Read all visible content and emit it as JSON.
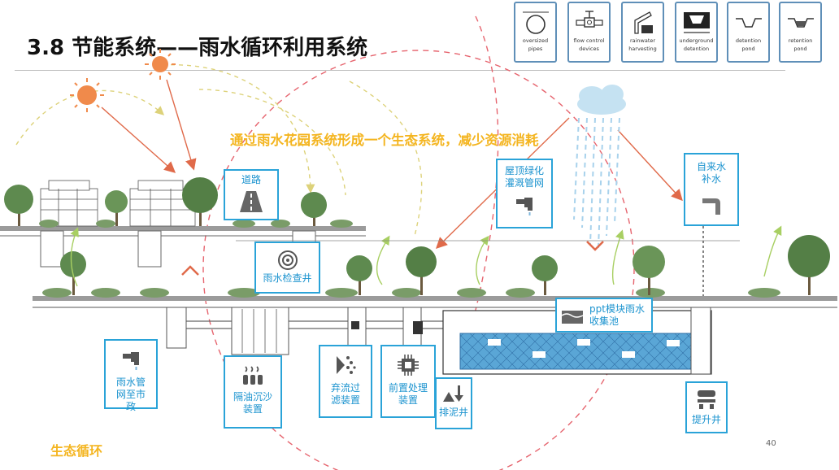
{
  "header": {
    "title": "3.8 节能系统——雨水循环利用系统",
    "page_number": "40"
  },
  "legend_icons": [
    {
      "icon": "oversized-pipes-icon",
      "line1": "oversized",
      "line2": "pipes"
    },
    {
      "icon": "flow-control-devices-icon",
      "line1": "flow control",
      "line2": "devices"
    },
    {
      "icon": "rainwater-harvesting-icon",
      "line1": "rainwater",
      "line2": "harvesting"
    },
    {
      "icon": "underground-detention-icon",
      "line1": "underground",
      "line2": "detention"
    },
    {
      "icon": "detention-pond-icon",
      "line1": "detention",
      "line2": "pond"
    },
    {
      "icon": "retention-pond-icon",
      "line1": "retention",
      "line2": "pond"
    }
  ],
  "diagram": {
    "headline": "通过雨水花园系统形成一个生态系统，减少资源消耗",
    "footer_label": "生态循环",
    "labels": {
      "road": "道路",
      "roof_green_irrigation": "屋顶绿化灌溉管网",
      "tap_water_supply": "自来水补水",
      "rain_inspection_well": "雨水检查井",
      "ppt_module_tank": "ppt模块雨水收集池",
      "rain_pipe_to_municipal": "雨水管网至市政",
      "oil_sand_separator": "隔油沉沙装置",
      "first_flush_filter": "弃流过滤装置",
      "pretreatment": "前置处理装置",
      "sludge_well": "排泥井",
      "lift_well": "提升井"
    }
  },
  "colors": {
    "accent_orange": "#f4b520",
    "box_blue": "#2aa3d8",
    "icon_border": "#5f8fb8",
    "sun": "#f08a4b",
    "arrow_red": "#e06a4a",
    "dashed_red": "#e6646e",
    "dashed_yellow": "#ddd27a",
    "green_arrow": "#a8cf62",
    "water": "#5aa6d6"
  }
}
